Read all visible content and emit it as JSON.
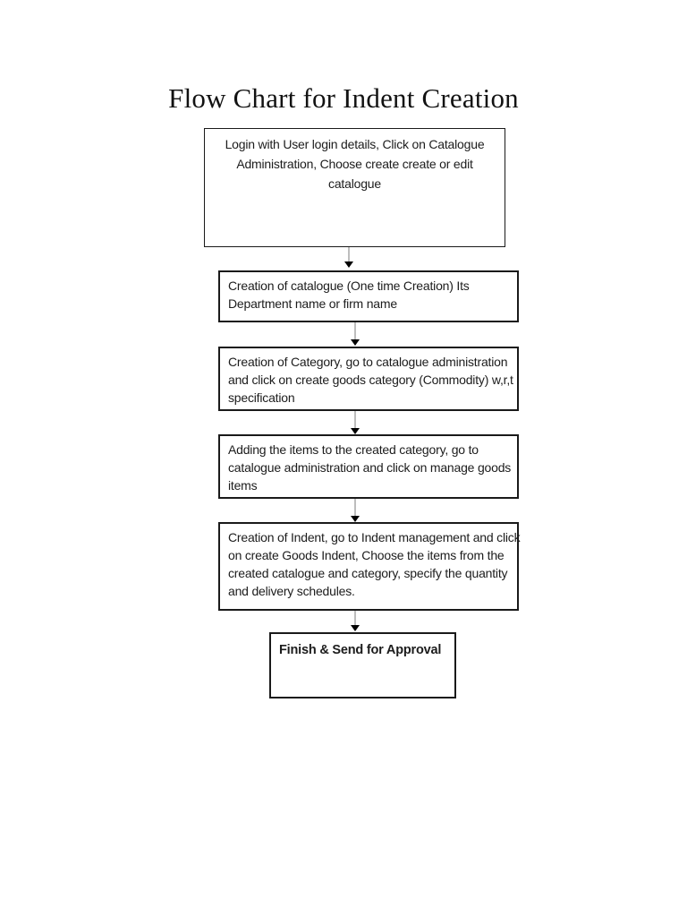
{
  "title": "Flow Chart for Indent Creation",
  "flowchart": {
    "border_color": "#1a1a1a",
    "connector_line_color": "#bdbdbd",
    "arrowhead_color": "#000000",
    "page_background": "#ffffff",
    "steps": [
      {
        "id": "login",
        "align": "center",
        "lines": [
          "Login with User login details, Click on Catalogue",
          "Administration, Choose create create or edit",
          "catalogue"
        ]
      },
      {
        "id": "catalogue-creation",
        "align": "left",
        "lines": [
          "Creation of catalogue (One time Creation) Its",
          "Department name or firm name"
        ]
      },
      {
        "id": "category-creation",
        "align": "left",
        "lines": [
          "Creation of Category, go to catalogue administration",
          "and click on create goods category (Commodity) w,r,t",
          "specification"
        ]
      },
      {
        "id": "add-items",
        "align": "left",
        "lines": [
          "Adding the items to the created category, go to",
          "catalogue administration and click on manage goods",
          "items"
        ]
      },
      {
        "id": "indent-creation",
        "align": "left",
        "lines": [
          "Creation of Indent, go to Indent management and click",
          "on create Goods Indent, Choose the items from the",
          "created catalogue and category, specify the quantity",
          "and delivery schedules."
        ]
      },
      {
        "id": "finish-approval",
        "align": "left",
        "bold": true,
        "lines": [
          "Finish & Send for Approval"
        ]
      }
    ]
  }
}
